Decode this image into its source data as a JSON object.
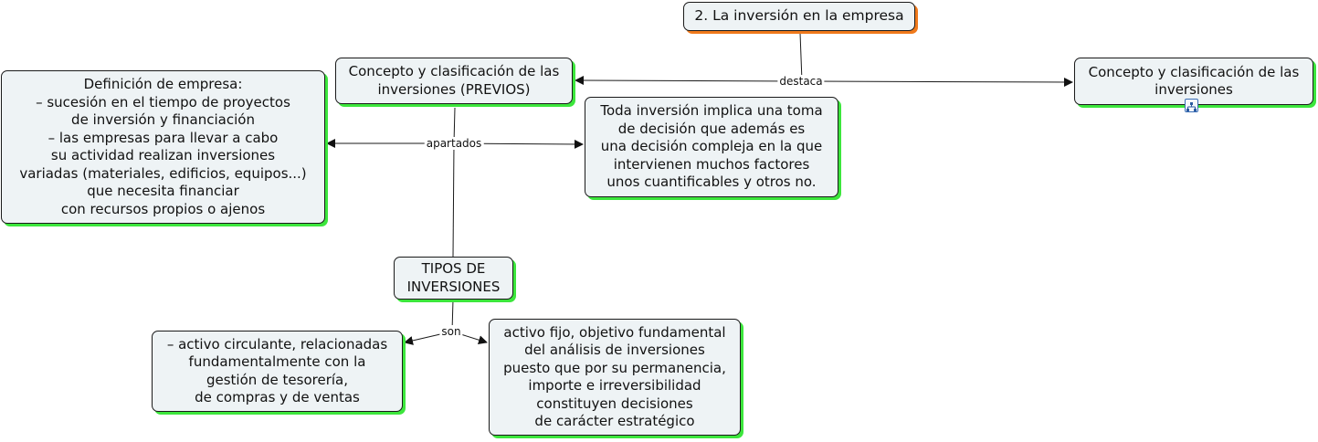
{
  "nodes": {
    "root": "2. La inversión en la empresa",
    "concepto_previos": "Concepto y clasificación de las\ninversiones (PREVIOS)",
    "concepto": "Concepto y clasificación de las\ninversiones",
    "definicion": "Definición de empresa:\n– sucesión en el tiempo de proyectos\n de inversión y financiación\n– las empresas para llevar a cabo\n su actividad realizan inversiones\nvariadas (materiales, edificios, equipos...)\n que necesita financiar\ncon recursos propios o ajenos",
    "toda_inversion": "Toda inversión implica una toma\n de decisión que además es\nuna decisión compleja en la que\n intervienen muchos factores\nunos cuantificables y otros no.",
    "tipos": "TIPOS DE\nINVERSIONES",
    "circulante": "– activo circulante, relacionadas\n fundamentalmente con la\ngestión de tesorería,\n de compras y de ventas",
    "fijo": "activo fijo, objetivo fundamental\n del análisis de inversiones\npuesto que por su permanencia,\n importe e irreversibilidad\nconstituyen decisiones\nde carácter estratégico"
  },
  "links": {
    "destaca": "destaca",
    "apartados": "apartados",
    "son": "son"
  },
  "icons": {
    "linked_map": "linked-map-icon"
  },
  "colors": {
    "node_fill": "#eef3f5",
    "node_shadow": "#3ce63c",
    "root_shadow": "#f07a1c",
    "line": "#1a1a1a"
  }
}
